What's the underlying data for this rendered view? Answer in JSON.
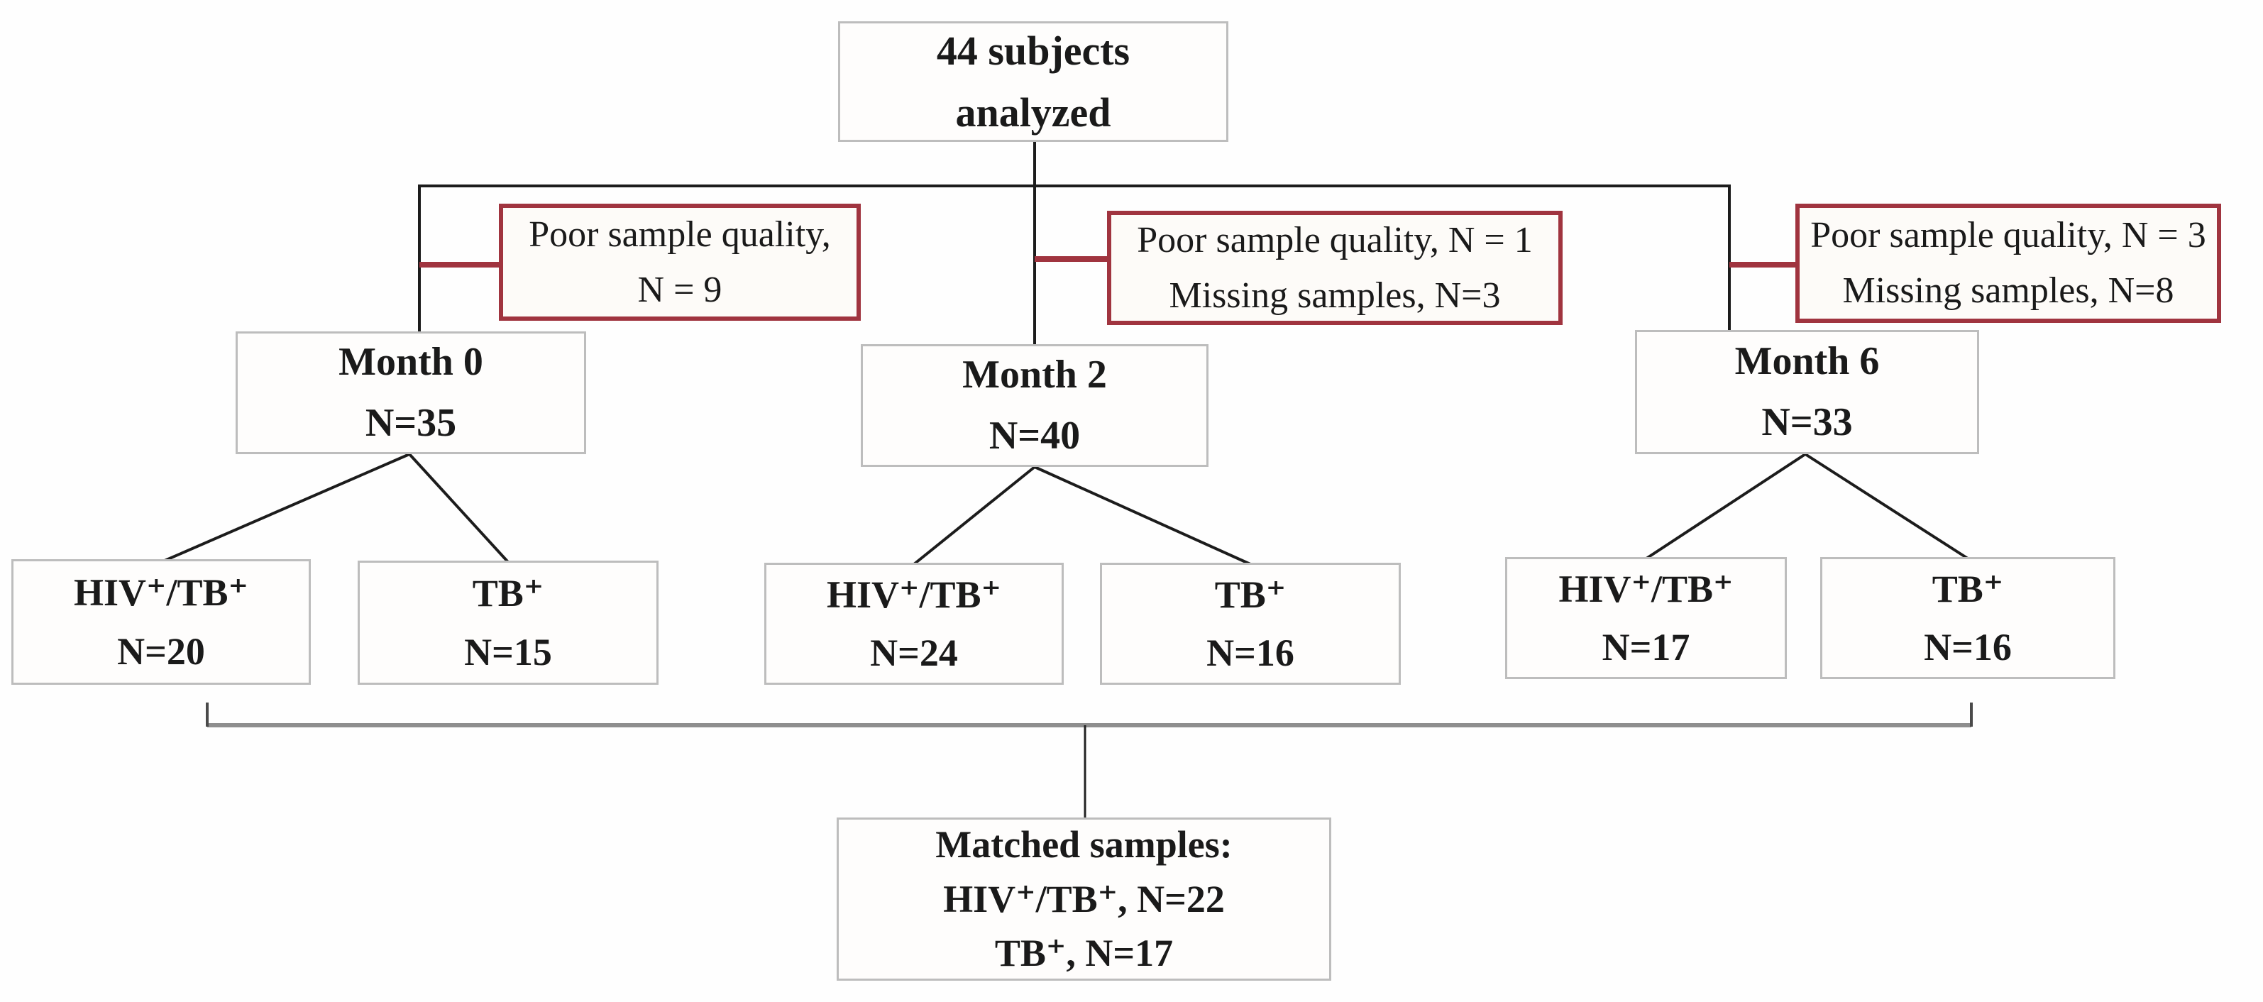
{
  "diagram": {
    "type": "flowchart",
    "colors": {
      "exclusion_border": "#a0343f",
      "exclusion_connector": "#a0343f",
      "plain_box_border": "#bdbdbd",
      "tree_line": "#1c1c1c",
      "bracket_line": "#8e8e8e",
      "text": "#1a1a1a"
    },
    "nodes": {
      "total": {
        "lines": [
          "44 subjects",
          "analyzed"
        ]
      },
      "excl0": {
        "lines": [
          "Poor sample quality,",
          "N = 9"
        ]
      },
      "excl2": {
        "lines": [
          "Poor sample quality, N = 1",
          "Missing samples, N=3"
        ]
      },
      "excl6": {
        "lines": [
          "Poor sample quality, N = 3",
          "Missing samples, N=8"
        ]
      },
      "month0": {
        "lines": [
          "Month 0",
          "N=35"
        ]
      },
      "month2": {
        "lines": [
          "Month 2",
          "N=40"
        ]
      },
      "month6": {
        "lines": [
          "Month 6",
          "N=33"
        ]
      },
      "m0_hivtb": {
        "lines": [
          "HIV⁺/TB⁺",
          "N=20"
        ]
      },
      "m0_tb": {
        "lines": [
          "TB⁺",
          "N=15"
        ]
      },
      "m2_hivtb": {
        "lines": [
          "HIV⁺/TB⁺",
          "N=24"
        ]
      },
      "m2_tb": {
        "lines": [
          "TB⁺",
          "N=16"
        ]
      },
      "m6_hivtb": {
        "lines": [
          "HIV⁺/TB⁺",
          "N=17"
        ]
      },
      "m6_tb": {
        "lines": [
          "TB⁺",
          "N=16"
        ]
      },
      "matched": {
        "lines": [
          "Matched samples:",
          "HIV⁺/TB⁺, N=22",
          "TB⁺, N=17"
        ]
      }
    }
  }
}
